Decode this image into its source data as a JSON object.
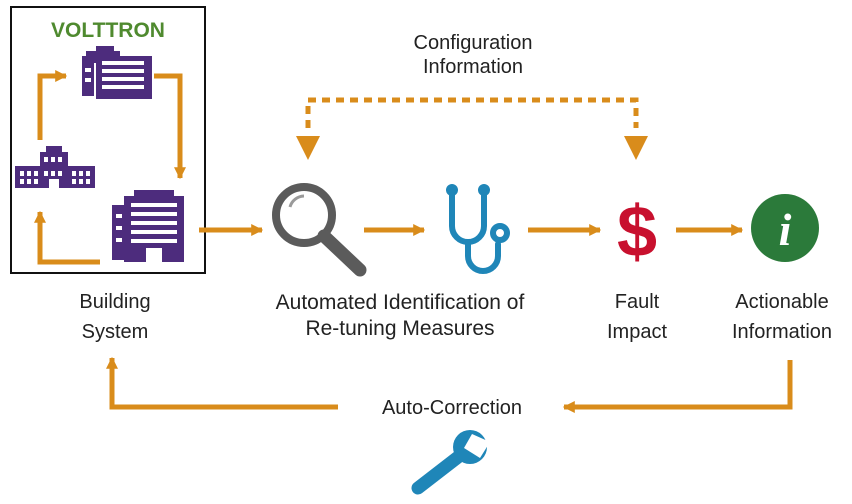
{
  "diagram": {
    "brand": "VOLTTRON",
    "config_info": [
      "Configuration",
      "Information"
    ],
    "building_system": [
      "Building",
      "System"
    ],
    "automated": [
      "Automated Identification of",
      "Re-tuning Measures"
    ],
    "fault_impact": [
      "Fault",
      "Impact"
    ],
    "actionable": [
      "Actionable",
      "Information"
    ],
    "auto_correction": "Auto-Correction",
    "dollar_symbol": "$",
    "info_symbol": "i",
    "icons": [
      "building-icon",
      "office-building-icon",
      "campus-building-icon",
      "magnifier-icon",
      "stethoscope-icon",
      "dollar-icon",
      "info-icon",
      "wrench-icon"
    ],
    "colors": {
      "arrow": "#d98c1b",
      "building": "#4d2c7d",
      "brand": "#4f8a2f",
      "magnifier": "#5b5b5b",
      "stethoscope": "#1f86b8",
      "dollar": "#c8102e",
      "info": "#2b7a3a",
      "wrench": "#1f86b8"
    }
  }
}
